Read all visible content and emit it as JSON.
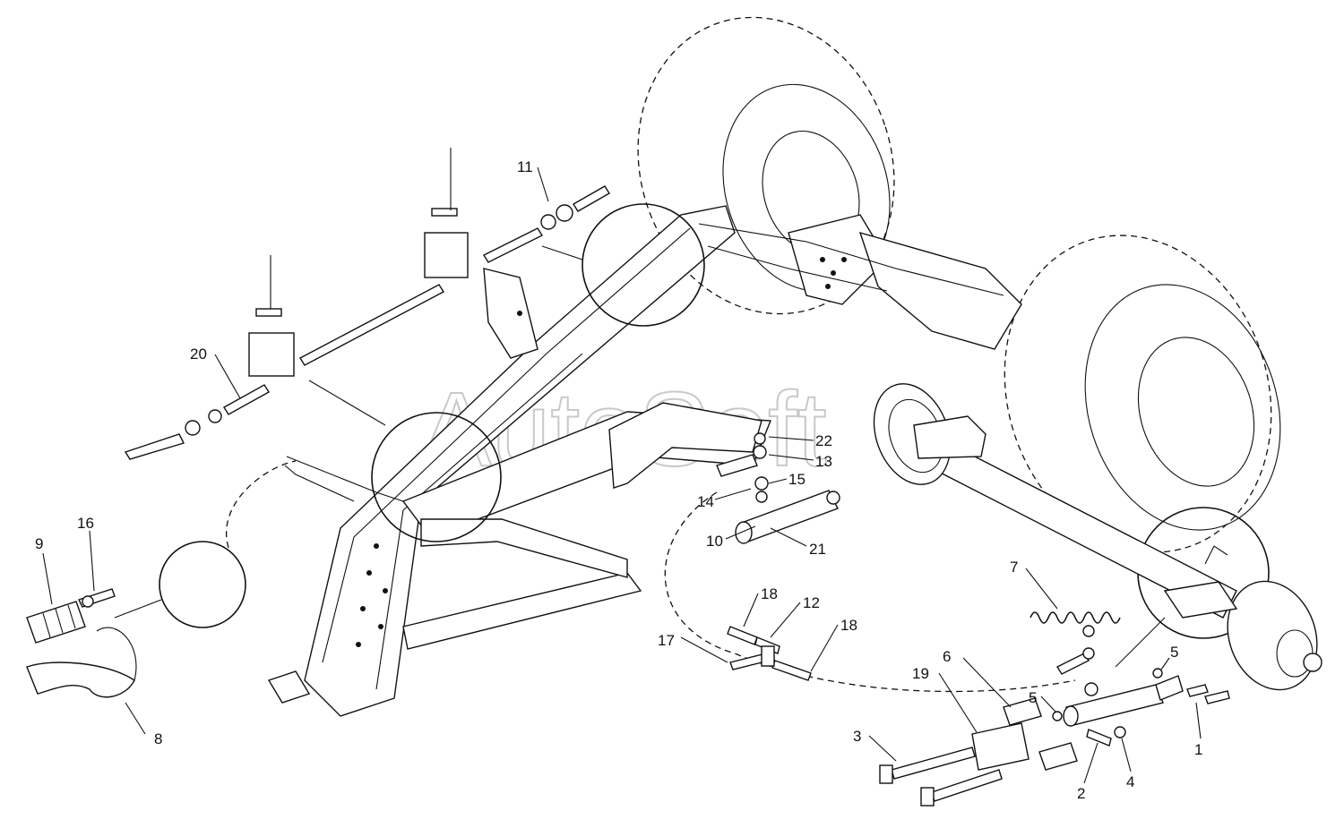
{
  "watermark": {
    "text": "AutoSoft"
  },
  "callouts": [
    {
      "id": "label-1",
      "text": "1"
    },
    {
      "id": "label-2",
      "text": "2"
    },
    {
      "id": "label-3",
      "text": "3"
    },
    {
      "id": "label-4",
      "text": "4"
    },
    {
      "id": "label-5a",
      "text": "5"
    },
    {
      "id": "label-5b",
      "text": "5"
    },
    {
      "id": "label-6",
      "text": "6"
    },
    {
      "id": "label-7",
      "text": "7"
    },
    {
      "id": "label-8",
      "text": "8"
    },
    {
      "id": "label-9",
      "text": "9"
    },
    {
      "id": "label-10",
      "text": "10"
    },
    {
      "id": "label-11",
      "text": "11"
    },
    {
      "id": "label-12",
      "text": "12"
    },
    {
      "id": "label-13",
      "text": "13"
    },
    {
      "id": "label-14",
      "text": "14"
    },
    {
      "id": "label-15",
      "text": "15"
    },
    {
      "id": "label-16",
      "text": "16"
    },
    {
      "id": "label-17",
      "text": "17"
    },
    {
      "id": "label-18a",
      "text": "18"
    },
    {
      "id": "label-18b",
      "text": "18"
    },
    {
      "id": "label-19",
      "text": "19"
    },
    {
      "id": "label-20",
      "text": "20"
    },
    {
      "id": "label-21",
      "text": "21"
    },
    {
      "id": "label-22",
      "text": "22"
    }
  ]
}
